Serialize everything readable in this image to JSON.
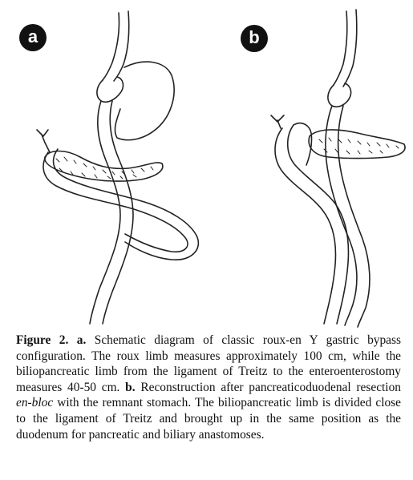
{
  "panels": {
    "a": {
      "label": "a"
    },
    "b": {
      "label": "b"
    }
  },
  "caption": {
    "figure_label": "Figure 2.",
    "panel_a_label": "a.",
    "text_a": " Schematic diagram of classic roux-en Y gastric bypass configuration. The roux limb measures approximately 100 cm, while the biliopancreatic limb from the ligament of Treitz to the enteroenterostomy measures 40-50 cm. ",
    "panel_b_label": "b.",
    "text_b1": " Reconstruction after pancreaticoduodenal resection ",
    "italic": "en-bloc",
    "text_b2": " with the remnant stomach. The biliopancreatic limb is divided close to the ligament of Treitz and brought up in the same position as the duodenum for pancreatic and biliary anastomoses."
  }
}
